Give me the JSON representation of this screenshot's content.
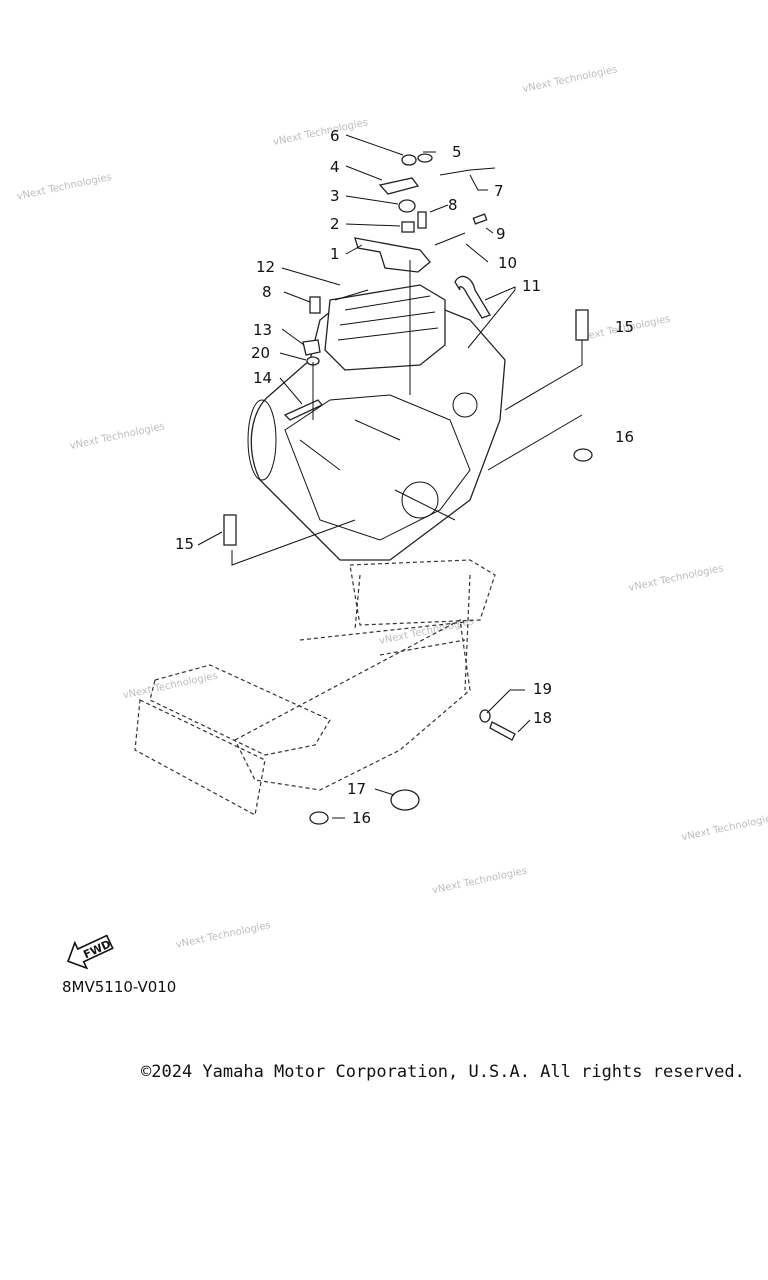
{
  "watermark": "vNext Technologies",
  "callouts": [
    {
      "id": "c1",
      "label": "1"
    },
    {
      "id": "c2",
      "label": "2"
    },
    {
      "id": "c3",
      "label": "3"
    },
    {
      "id": "c4",
      "label": "4"
    },
    {
      "id": "c5",
      "label": "5"
    },
    {
      "id": "c6",
      "label": "6"
    },
    {
      "id": "c7",
      "label": "7"
    },
    {
      "id": "c8a",
      "label": "8"
    },
    {
      "id": "c8b",
      "label": "8"
    },
    {
      "id": "c9",
      "label": "9"
    },
    {
      "id": "c10",
      "label": "10"
    },
    {
      "id": "c11",
      "label": "11"
    },
    {
      "id": "c12",
      "label": "12"
    },
    {
      "id": "c13",
      "label": "13"
    },
    {
      "id": "c14",
      "label": "14"
    },
    {
      "id": "c15a",
      "label": "15"
    },
    {
      "id": "c15b",
      "label": "15"
    },
    {
      "id": "c16a",
      "label": "16"
    },
    {
      "id": "c16b",
      "label": "16"
    },
    {
      "id": "c17",
      "label": "17"
    },
    {
      "id": "c18",
      "label": "18"
    },
    {
      "id": "c19",
      "label": "19"
    },
    {
      "id": "c20",
      "label": "20"
    }
  ],
  "fwd_label": "FWD",
  "ref_code": "8MV5110-V010",
  "copyright": "©2024 Yamaha Motor Corporation, U.S.A. All rights reserved."
}
